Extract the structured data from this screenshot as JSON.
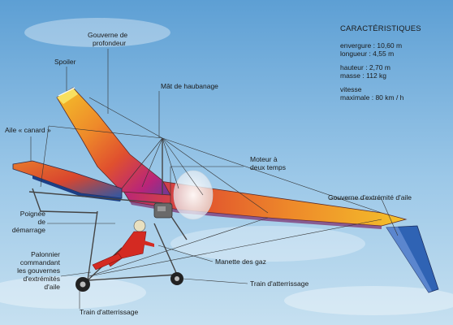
{
  "labels": {
    "gouverne_profondeur": [
      "Gouverne de",
      "profondeur"
    ],
    "spoiler": "Spoiler",
    "aile_canard": "Aile « canard »",
    "mat_haubanage": "Mât de haubanage",
    "moteur": [
      "Moteur à",
      "deux temps"
    ],
    "gouverne_extremite": "Gouverne d'extrémité d'aile",
    "poignee": [
      "Poignée",
      "de",
      "démarrage"
    ],
    "palonnier": [
      "Palonnier",
      "commandant",
      "les gouvernes",
      "d'extrémités",
      "d'aile"
    ],
    "manette_gaz": "Manette des gaz",
    "train_droite": "Train d'atterrissage",
    "train_bas": "Train d'atterrissage"
  },
  "specs": {
    "title": "CARACTÉRISTIQUES",
    "envergure": "envergure : 10,60 m",
    "longueur": "longueur : 4,55 m",
    "hauteur": "hauteur : 2,70 m",
    "masse": "masse : 112 kg",
    "vitesse": "vitesse",
    "vitesse_max": "maximale : 80 km / h"
  },
  "colors": {
    "sky_top": "#5d9fd4",
    "sky_bottom": "#b9d9ee",
    "wing_yellow": "#f4c22a",
    "wing_orange": "#e86a2c",
    "wing_magenta": "#b8247a",
    "wing_purple": "#6a3a98",
    "canard_blue": "#2a58a8",
    "rudder_blue": "#2f63b4",
    "pilot_red": "#d42a22"
  }
}
